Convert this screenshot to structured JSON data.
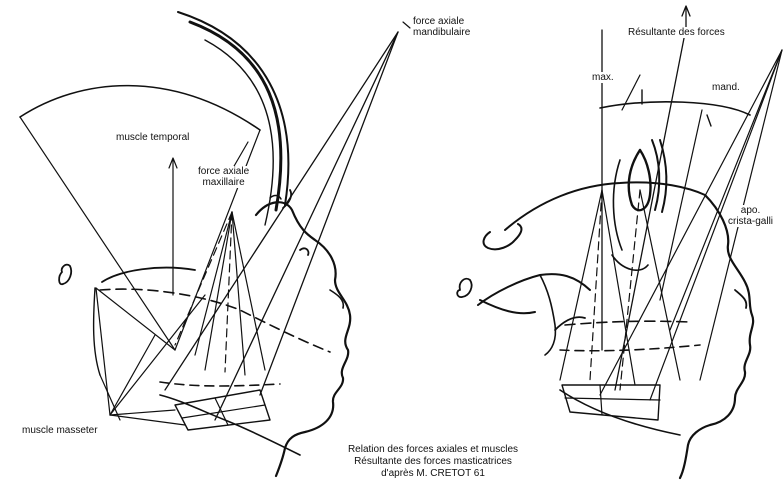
{
  "labels": {
    "force_axiale_mandibulaire_1": "force axiale",
    "force_axiale_mandibulaire_2": "mandibulaire",
    "muscle_temporal": "muscle temporal",
    "force_axiale_maxillaire_1": "force axiale",
    "force_axiale_maxillaire_2": "maxillaire",
    "muscle_masseter": "muscle masseter",
    "resultante_des_forces": "Résultante des forces",
    "max": "max.",
    "mand": "mand.",
    "apo_1": "apo.",
    "apo_2": "crista-galli"
  },
  "caption": {
    "line1": "Relation des forces axiales et muscles",
    "line2": "Résultante des forces masticatrices",
    "line3": "d'après M. CRETOT 61"
  }
}
